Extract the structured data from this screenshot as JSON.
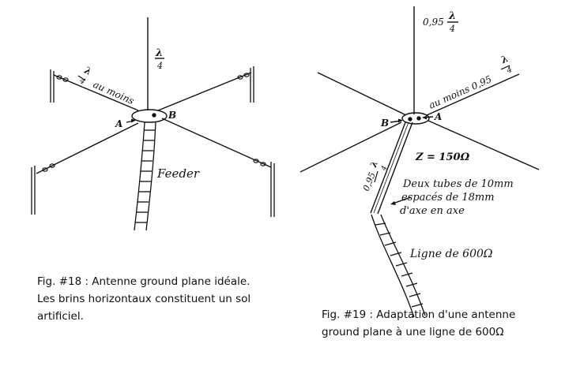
{
  "fig18": {
    "lambda_top": "λ",
    "frac_top": "4",
    "lambda_arm": "λ",
    "frac_arm": "4",
    "arm_note": "au moins",
    "point_a": "A",
    "point_b": "B",
    "feeder": "Feeder",
    "caption_line1": "Fig. #18 : Antenne ground plane idéale.",
    "caption_line2": "Les brins horizontaux constituent un sol",
    "caption_line3": "artificiel."
  },
  "fig19": {
    "vertical_coef": "0,95",
    "lambda_v": "λ",
    "frac_v": "4",
    "arm_note": "au moins 0,95",
    "lambda_arm": "λ",
    "frac_arm": "4",
    "point_a": "A",
    "point_b": "B",
    "impedance": "Z = 150Ω",
    "tube_coef": "0,95",
    "lambda_tube": "λ",
    "frac_tube": "4",
    "tubes_line1": "Deux tubes de 10mm",
    "tubes_line2": "espacés de 18mm",
    "tubes_line3": "d'axe en axe",
    "ligne": "Ligne de 600Ω",
    "caption_line1": "Fig. #19 : Adaptation d'une antenne",
    "caption_line2": "ground plane à une ligne de 600Ω"
  }
}
